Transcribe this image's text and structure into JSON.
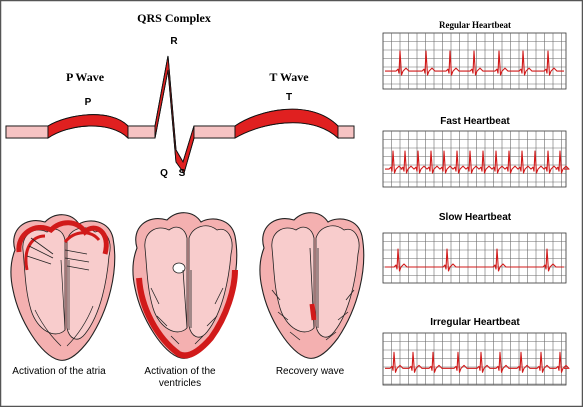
{
  "ecg_wave": {
    "qrs_title": "QRS  Complex",
    "r_label": "R",
    "q_label": "Q",
    "s_label": "S",
    "p_title": "P  Wave",
    "p_label": "P",
    "t_title": "T  Wave",
    "t_label": "T"
  },
  "hearts": [
    {
      "caption": "Activation of the atria"
    },
    {
      "caption_line1": "Activation of the",
      "caption_line2": "ventricles"
    },
    {
      "caption": "Recovery wave"
    }
  ],
  "strips": [
    {
      "title": "Regular Heartbeat"
    },
    {
      "title": "Fast Heartbeat"
    },
    {
      "title": "Slow Heartbeat"
    },
    {
      "title": "Irregular Heartbeat"
    }
  ],
  "colors": {
    "wave_red": "#d11a1a",
    "heart_pink": "#f4b0b0",
    "border": "#555555"
  }
}
